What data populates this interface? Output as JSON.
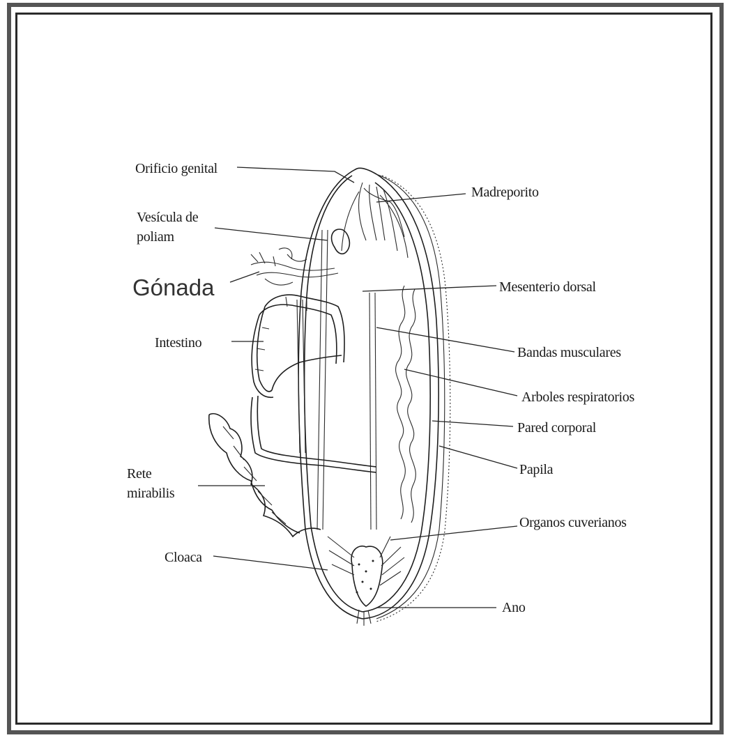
{
  "labels": {
    "orificio_genital": "Orificio genital",
    "vesicula_line1": "Vesícula de",
    "vesicula_line2": "poliam",
    "gonada": "Gónada",
    "intestino": "Intestino",
    "rete_line1": "Rete",
    "rete_line2": "mirabilis",
    "cloaca": "Cloaca",
    "madreporito": "Madreporito",
    "mesenterio_dorsal": "Mesenterio dorsal",
    "bandas_musculares": "Bandas musculares",
    "arboles_respiratorios": "Arboles respiratorios",
    "pared_corporal": "Pared corporal",
    "papila": "Papila",
    "organos_cuverianos": "Organos cuverianos",
    "ano": "Ano"
  }
}
